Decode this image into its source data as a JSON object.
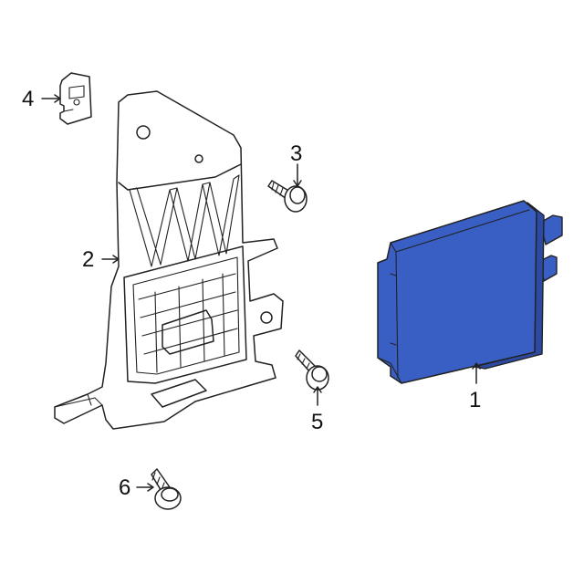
{
  "colors": {
    "module_fill": "#3a5fc4",
    "module_fill_dark": "#2c4aa2",
    "line": "#222222",
    "background": "#ffffff"
  },
  "callouts": [
    {
      "id": "1",
      "label": "1",
      "part": "control-module"
    },
    {
      "id": "2",
      "label": "2",
      "part": "mounting-bracket"
    },
    {
      "id": "3",
      "label": "3",
      "part": "bolt"
    },
    {
      "id": "4",
      "label": "4",
      "part": "clip"
    },
    {
      "id": "5",
      "label": "5",
      "part": "bolt"
    },
    {
      "id": "6",
      "label": "6",
      "part": "screw"
    }
  ]
}
